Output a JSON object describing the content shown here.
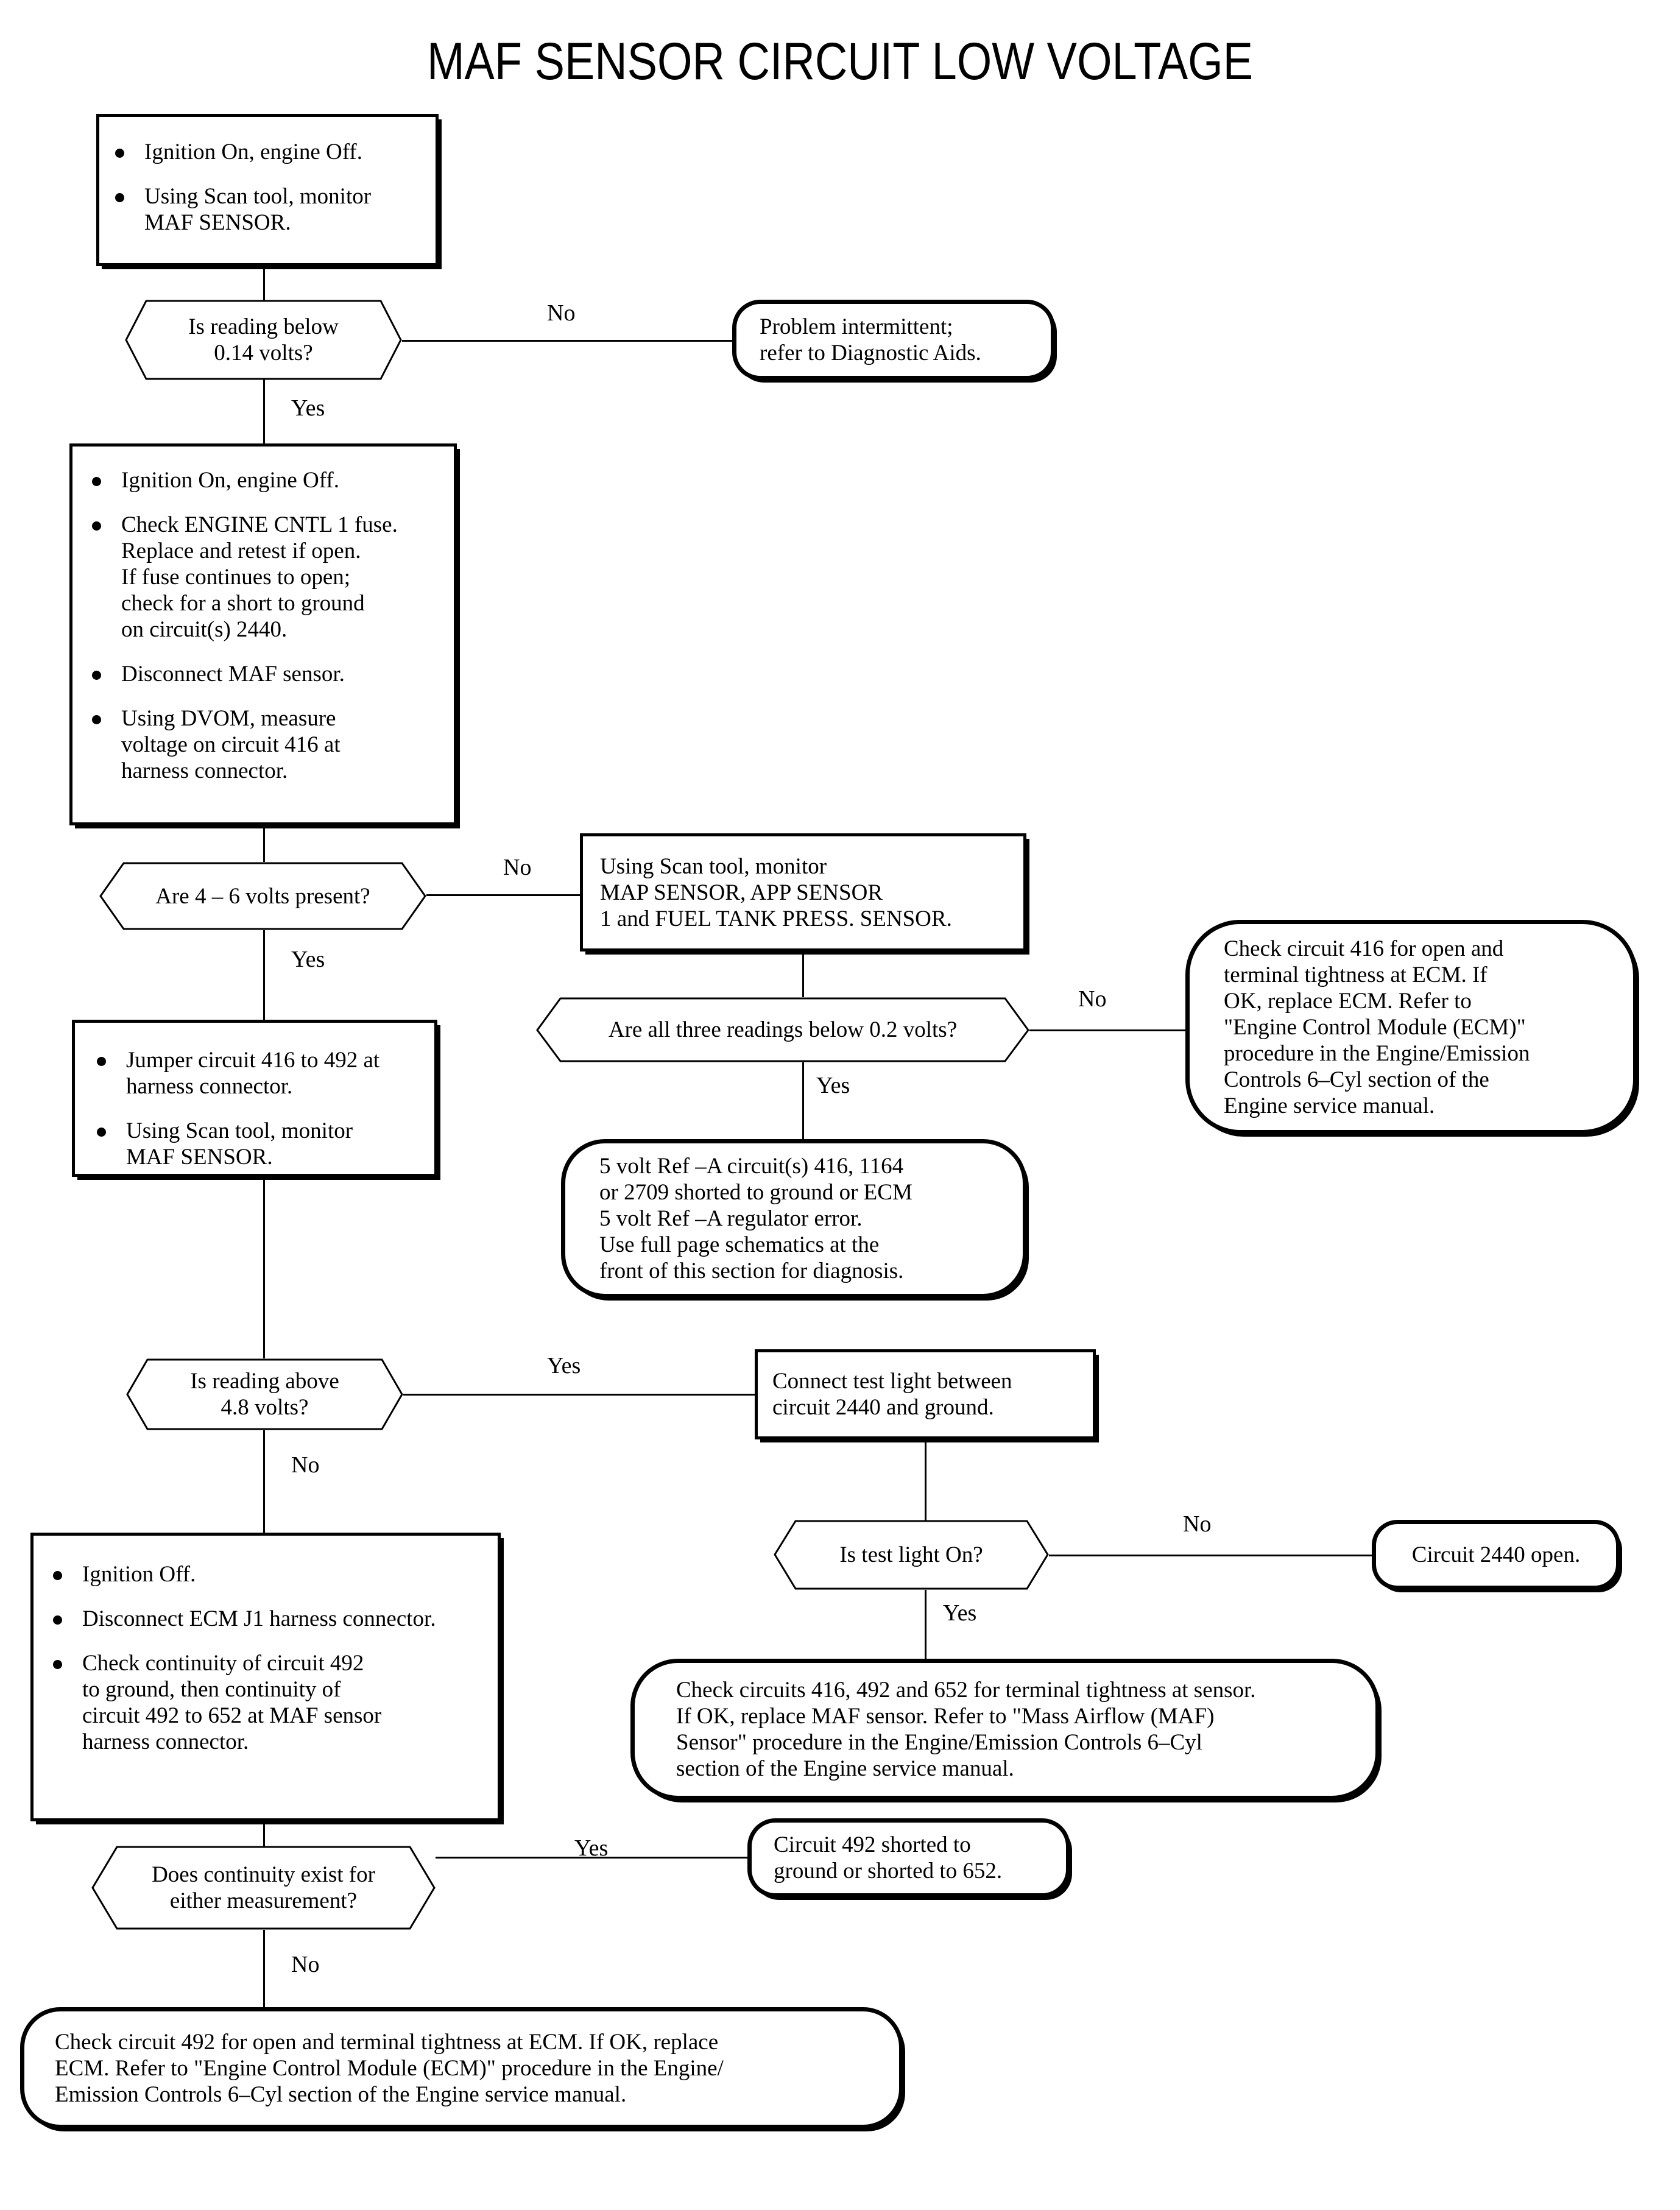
{
  "title": "MAF SENSOR CIRCUIT LOW VOLTAGE",
  "chart_data": {
    "type": "diagram",
    "diagram_kind": "flowchart",
    "title": "MAF SENSOR CIRCUIT LOW VOLTAGE",
    "shapes": {
      "process": "rectangle",
      "decision": "hexagon",
      "terminator": "rounded-rectangle"
    },
    "edge_labels": [
      "Yes",
      "No"
    ]
  },
  "nodes": {
    "n1": {
      "type": "process",
      "bullets": [
        "Ignition On, engine Off.",
        "Using Scan tool, monitor\nMAF SENSOR."
      ]
    },
    "n2": {
      "type": "decision",
      "text": "Is reading below\n0.14 volts?"
    },
    "n3": {
      "type": "terminator",
      "text": "Problem intermittent;\nrefer to Diagnostic Aids."
    },
    "n4": {
      "type": "process",
      "bullets": [
        "Ignition On, engine Off.",
        "Check ENGINE CNTL 1 fuse.\nReplace and retest if open.\nIf fuse continues to open;\ncheck for a short to ground\non circuit(s) 2440.",
        "Disconnect MAF sensor.",
        "Using DVOM, measure\nvoltage on circuit 416 at\nharness connector."
      ]
    },
    "n5": {
      "type": "decision",
      "text": "Are 4 – 6 volts present?"
    },
    "n6": {
      "type": "process",
      "text": "Using Scan tool, monitor\nMAP SENSOR, APP SENSOR\n1 and FUEL TANK PRESS. SENSOR."
    },
    "n7": {
      "type": "decision",
      "text": "Are all three readings below 0.2 volts?"
    },
    "n8": {
      "type": "terminator",
      "text": "Check circuit 416 for open and\nterminal tightness at ECM. If\nOK, replace ECM. Refer to\n\"Engine Control Module (ECM)\"\nprocedure in the Engine/Emission\nControls 6–Cyl section of the\nEngine service manual."
    },
    "n9": {
      "type": "terminator",
      "text": "5 volt Ref –A circuit(s) 416, 1164\nor 2709 shorted to ground or ECM\n5 volt Ref –A regulator error.\nUse full page schematics at the\nfront of this section for diagnosis."
    },
    "n10": {
      "type": "process",
      "bullets": [
        "Jumper circuit 416 to 492 at\nharness connector.",
        "Using Scan tool, monitor\nMAF SENSOR."
      ]
    },
    "n11": {
      "type": "decision",
      "text": "Is reading above\n4.8 volts?"
    },
    "n12": {
      "type": "process",
      "text": "Connect test light between\ncircuit 2440 and ground."
    },
    "n13": {
      "type": "decision",
      "text": "Is test light On?"
    },
    "n14": {
      "type": "terminator",
      "text": "Circuit 2440 open."
    },
    "n15": {
      "type": "terminator",
      "text": "Check circuits 416, 492 and 652 for terminal tightness at sensor.\nIf OK, replace MAF sensor. Refer to \"Mass Airflow (MAF)\nSensor\" procedure in the Engine/Emission Controls 6–Cyl\nsection of the Engine service manual."
    },
    "n16": {
      "type": "process",
      "bullets": [
        "Ignition Off.",
        "Disconnect ECM J1 harness connector.",
        "Check continuity of circuit 492\nto ground, then continuity of\ncircuit 492 to 652 at MAF sensor\nharness connector."
      ]
    },
    "n17": {
      "type": "decision",
      "text": "Does continuity exist for\neither measurement?"
    },
    "n18": {
      "type": "terminator",
      "text": "Circuit 492 shorted to\nground or shorted to 652."
    },
    "n19": {
      "type": "terminator",
      "text": "Check circuit 492 for open and terminal tightness at ECM. If OK, replace\nECM. Refer to \"Engine Control Module (ECM)\" procedure in the Engine/\nEmission Controls 6–Cyl section of the Engine service manual."
    }
  },
  "edges": {
    "e_n2_no": "No",
    "e_n2_yes": "Yes",
    "e_n5_no": "No",
    "e_n5_yes": "Yes",
    "e_n7_no": "No",
    "e_n7_yes": "Yes",
    "e_n11_yes": "Yes",
    "e_n11_no": "No",
    "e_n13_no": "No",
    "e_n13_yes": "Yes",
    "e_n17_yes": "Yes",
    "e_n17_no": "No"
  }
}
